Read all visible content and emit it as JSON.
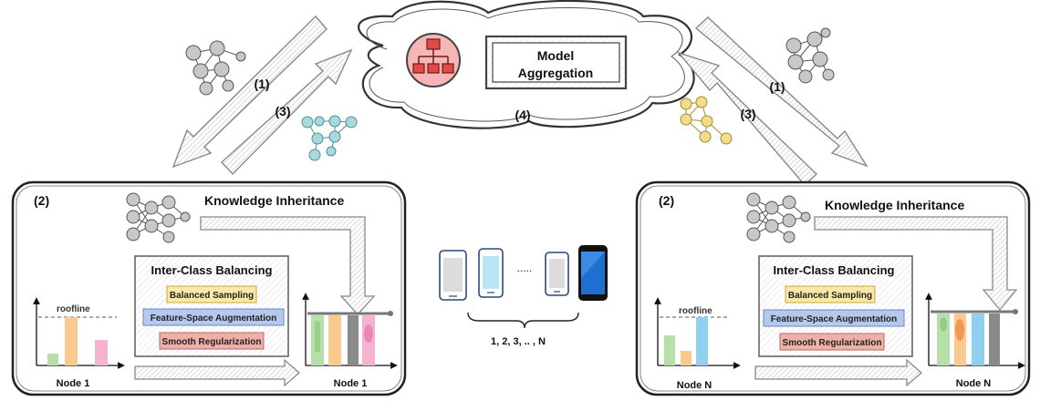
{
  "cloud": {
    "title_line1": "Model",
    "title_line2": "Aggregation",
    "step": "(4)"
  },
  "arrows": {
    "left_down": "(1)",
    "left_up": "(3)",
    "right_down": "(1)",
    "right_up": "(3)"
  },
  "left_node": {
    "step": "(2)",
    "knowledge": "Knowledge Inheritance",
    "icb_title": "Inter-Class Balancing",
    "method1": "Balanced Sampling",
    "method2": "Feature-Space Augmentation",
    "method3": "Smooth Regularization",
    "roofline": "roofline",
    "before_label": "Node 1",
    "after_label": "Node 1"
  },
  "right_node": {
    "step": "(2)",
    "knowledge": "Knowledge Inheritance",
    "icb_title": "Inter-Class Balancing",
    "method1": "Balanced Sampling",
    "method2": "Feature-Space Augmentation",
    "method3": "Smooth Regularization",
    "roofline": "roofline",
    "before_label": "Node N",
    "after_label": "Node N"
  },
  "devices": {
    "ellipsis": ".....",
    "range": "1, 2, 3, .. , N"
  },
  "colors": {
    "green": "#b7dfa8",
    "orange": "#f9c98f",
    "pink": "#f5b3cf",
    "blue": "#8fd0ef",
    "gray": "#8a8a8a",
    "yellow_box": "#fbe8a6",
    "blue_box": "#b4c9ec",
    "red_box": "#eeb0a8",
    "server_red": "#e24a4a",
    "teal_net": "#a9d9dc",
    "yellow_net": "#f4dc8e",
    "phone_blue": "#1f6fd1"
  }
}
